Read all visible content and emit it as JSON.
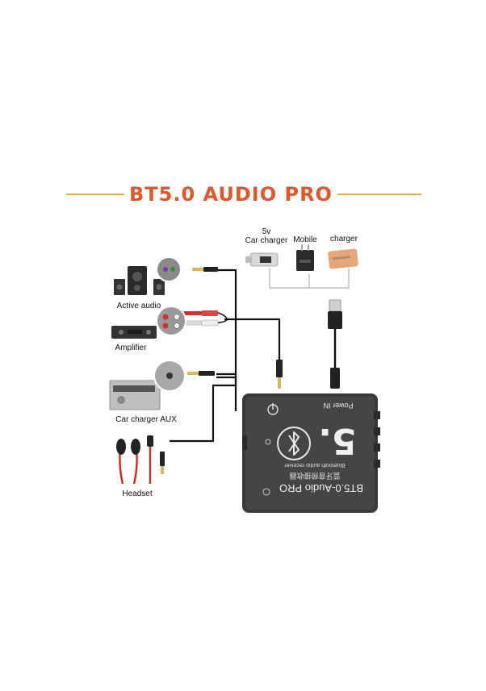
{
  "title": "BT5.0 AUDIO PRO",
  "colors": {
    "title_orange": "#e2562a",
    "title_line": "#f0a73a",
    "cable": "#111111",
    "power_line": "#b0b0b0",
    "device_body": "#3a3a3a",
    "headset_red": "#d92424"
  },
  "devices": {
    "active_audio": {
      "label": "Active audio",
      "icon": "speaker-system-icon"
    },
    "amplifier": {
      "label": "Amplifier",
      "icon": "amplifier-icon"
    },
    "car_aux": {
      "label": "Car charger AUX",
      "icon": "car-stereo-icon"
    },
    "headset": {
      "label": "Headset",
      "icon": "earphones-icon"
    }
  },
  "power_sources": {
    "car_charger": {
      "label": "5v\nCar charger",
      "icon": "car-charger-icon"
    },
    "mobile": {
      "label": "Mobile",
      "icon": "wall-adapter-icon"
    },
    "charger": {
      "label": "charger",
      "icon": "power-bank-icon"
    }
  },
  "module": {
    "power_label": "Power IN",
    "model_text": "BT5.0-Audio PRO",
    "subtitle_en": "Bluetooth audio receiver",
    "subtitle_cn": "蓝牙音频接收器",
    "big_number": "5.",
    "icon": "bluetooth-icon"
  }
}
